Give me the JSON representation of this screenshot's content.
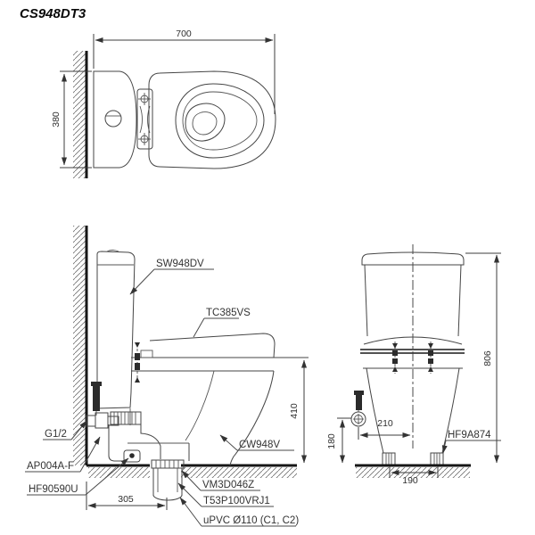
{
  "title": "CS948DT3",
  "colors": {
    "background": "#ffffff",
    "line": "#454545",
    "bold_line": "#161616",
    "text": "#333333"
  },
  "plan_view": {
    "dims": {
      "width": "700",
      "depth": "380"
    }
  },
  "side_view": {
    "part_labels": {
      "tank": "SW948DV",
      "seat": "TC385VS",
      "bowl": "CW948V",
      "water_inlet": "G1/2",
      "angle_valve": "AP004A-F",
      "supply_hose": "HF90590U",
      "outlet_flange": "VM3D046Z",
      "outlet_joint": "T53P100VRJ1",
      "drain_pipe": "uPVC Ø110 (C1, C2)"
    },
    "dims": {
      "rim_height": "410",
      "outlet_offset": "305"
    }
  },
  "front_view": {
    "part_labels": {
      "bolt_cap": "HF9A874"
    },
    "dims": {
      "total_height": "806",
      "valve_offset": "210",
      "valve_height": "180",
      "bolt_spacing": "190"
    }
  }
}
